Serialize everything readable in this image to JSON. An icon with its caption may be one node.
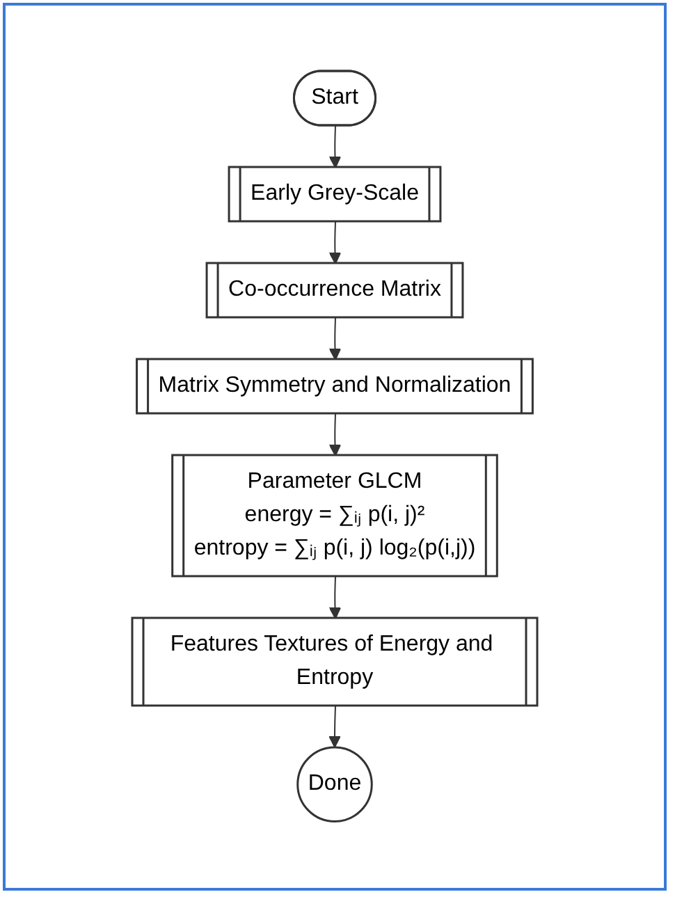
{
  "diagram": {
    "nodes": [
      {
        "text": [
          "Start"
        ]
      },
      {
        "text": [
          "Early Grey-Scale"
        ]
      },
      {
        "text": [
          "Co-occurrence Matrix"
        ]
      },
      {
        "text": [
          "Matrix Symmetry and Normalization"
        ]
      },
      {
        "text": [
          "Parameter GLCM",
          "energy = ∑ᵢⱼ p(i, j)²",
          "entropy = ∑ᵢⱼ p(i, j) log₂(p(i,j))"
        ]
      },
      {
        "text": [
          "Features Textures of Energy and Entropy"
        ]
      },
      {
        "text": [
          "Done"
        ]
      }
    ],
    "edges": [
      {
        "from": 0,
        "to": 1,
        "arrow": "to"
      },
      {
        "from": 1,
        "to": 2,
        "arrow": "to"
      },
      {
        "from": 2,
        "to": 3,
        "arrow": "to"
      },
      {
        "from": 3,
        "to": 4,
        "arrow": "to"
      },
      {
        "from": 4,
        "to": 5,
        "arrow": "to"
      },
      {
        "from": 5,
        "to": 6,
        "arrow": "to"
      }
    ]
  }
}
